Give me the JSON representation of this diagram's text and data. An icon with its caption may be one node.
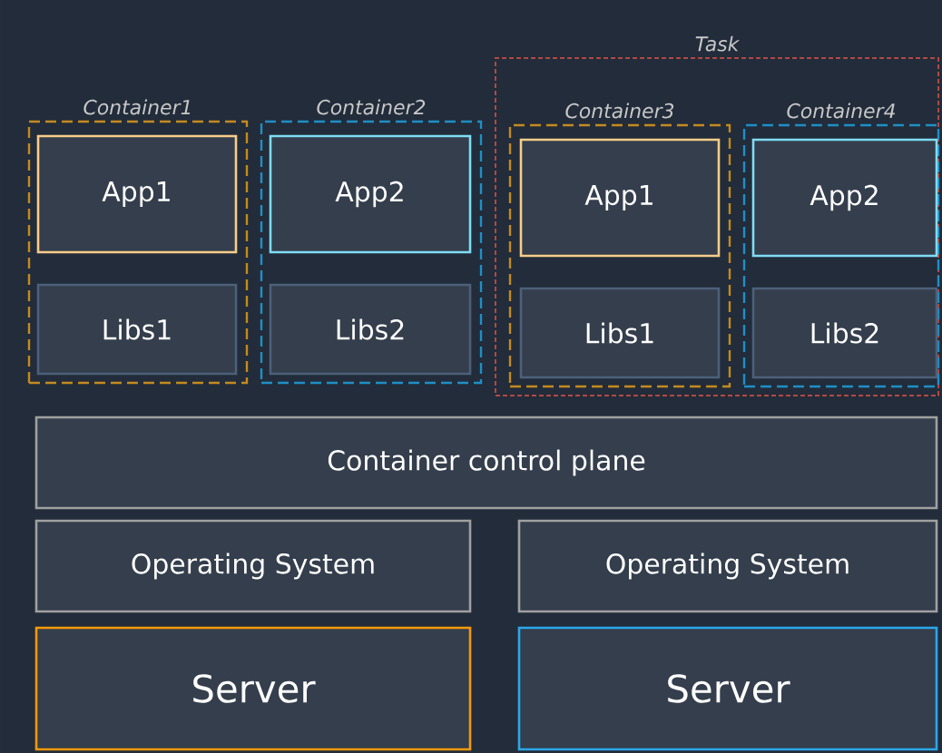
{
  "diagram": {
    "nodes": [
      {
        "text": [
          "Container1"
        ]
      },
      {
        "text": [
          "App1"
        ],
        "in": 0
      },
      {
        "text": [
          "Libs1"
        ],
        "in": 0
      },
      {
        "text": [
          "Container2"
        ]
      },
      {
        "text": [
          "App2"
        ],
        "in": 3
      },
      {
        "text": [
          "Libs2"
        ],
        "in": 3
      },
      {
        "text": [
          "Task"
        ]
      },
      {
        "text": [
          "Container3"
        ],
        "in": 6
      },
      {
        "text": [
          "App1"
        ],
        "in": 7
      },
      {
        "text": [
          "Libs1"
        ],
        "in": 7
      },
      {
        "text": [
          "Container4"
        ],
        "in": 6
      },
      {
        "text": [
          "App2"
        ],
        "in": 10
      },
      {
        "text": [
          "Libs2"
        ],
        "in": 10
      },
      {
        "text": [
          "Container control plane"
        ]
      },
      {
        "text": [
          "Operating System"
        ]
      },
      {
        "text": [
          "Operating System"
        ]
      },
      {
        "text": [
          "Server"
        ]
      },
      {
        "text": [
          "Server"
        ]
      }
    ]
  }
}
